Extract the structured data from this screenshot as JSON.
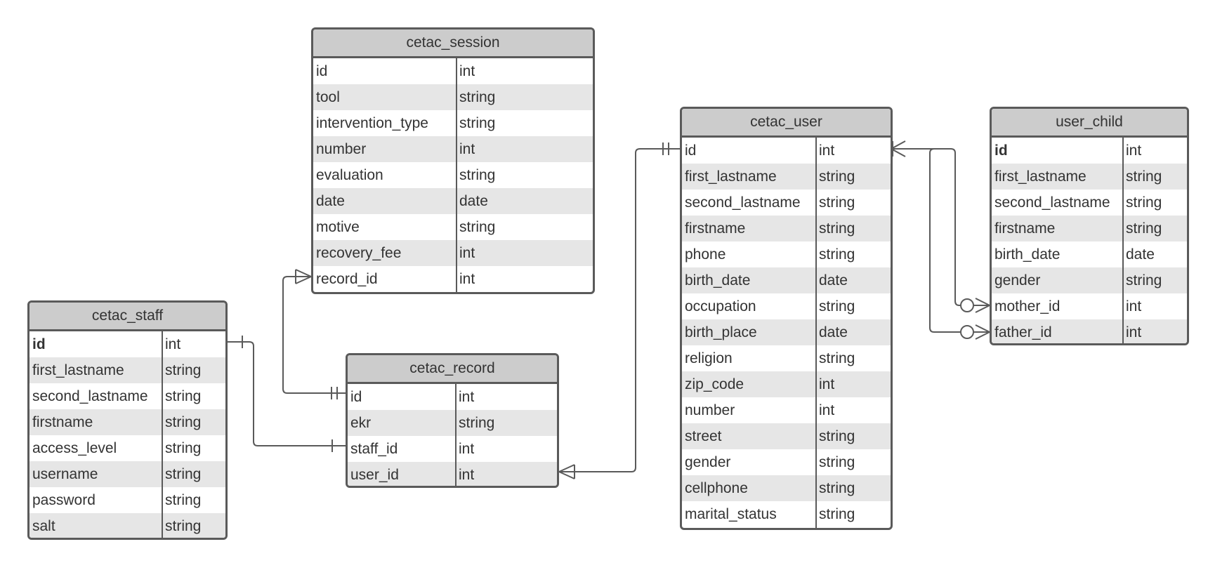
{
  "entities": [
    {
      "key": "cetac_session",
      "name": "cetac_session",
      "fields": [
        {
          "name": "id",
          "type": "int"
        },
        {
          "name": "tool",
          "type": "string"
        },
        {
          "name": "intervention_type",
          "type": "string"
        },
        {
          "name": "number",
          "type": "int"
        },
        {
          "name": "evaluation",
          "type": "string"
        },
        {
          "name": "date",
          "type": "date"
        },
        {
          "name": "motive",
          "type": "string"
        },
        {
          "name": "recovery_fee",
          "type": "int"
        },
        {
          "name": "record_id",
          "type": "int"
        }
      ]
    },
    {
      "key": "cetac_staff",
      "name": "cetac_staff",
      "fields": [
        {
          "name": "id",
          "type": "int",
          "bold": true
        },
        {
          "name": "first_lastname",
          "type": "string"
        },
        {
          "name": "second_lastname",
          "type": "string"
        },
        {
          "name": "firstname",
          "type": "string"
        },
        {
          "name": "access_level",
          "type": "string"
        },
        {
          "name": "username",
          "type": "string"
        },
        {
          "name": "password",
          "type": "string"
        },
        {
          "name": "salt",
          "type": "string"
        }
      ]
    },
    {
      "key": "cetac_record",
      "name": "cetac_record",
      "fields": [
        {
          "name": "id",
          "type": "int"
        },
        {
          "name": "ekr",
          "type": "string"
        },
        {
          "name": "staff_id",
          "type": "int"
        },
        {
          "name": "user_id",
          "type": "int"
        }
      ]
    },
    {
      "key": "cetac_user",
      "name": "cetac_user",
      "fields": [
        {
          "name": "id",
          "type": "int"
        },
        {
          "name": "first_lastname",
          "type": "string"
        },
        {
          "name": "second_lastname",
          "type": "string"
        },
        {
          "name": "firstname",
          "type": "string"
        },
        {
          "name": "phone",
          "type": "string"
        },
        {
          "name": "birth_date",
          "type": "date"
        },
        {
          "name": "occupation",
          "type": "string"
        },
        {
          "name": "birth_place",
          "type": "date"
        },
        {
          "name": "religion",
          "type": "string"
        },
        {
          "name": "zip_code",
          "type": "int"
        },
        {
          "name": "number",
          "type": "int"
        },
        {
          "name": "street",
          "type": "string"
        },
        {
          "name": "gender",
          "type": "string"
        },
        {
          "name": "cellphone",
          "type": "string"
        },
        {
          "name": "marital_status",
          "type": "string"
        }
      ]
    },
    {
      "key": "user_child",
      "name": "user_child",
      "fields": [
        {
          "name": "id",
          "type": "int",
          "bold": true
        },
        {
          "name": "first_lastname",
          "type": "string"
        },
        {
          "name": "second_lastname",
          "type": "string"
        },
        {
          "name": "firstname",
          "type": "string"
        },
        {
          "name": "birth_date",
          "type": "date"
        },
        {
          "name": "gender",
          "type": "string"
        },
        {
          "name": "mother_id",
          "type": "int"
        },
        {
          "name": "father_id",
          "type": "int"
        }
      ]
    }
  ],
  "relationships": [
    {
      "from": "cetac_session.record_id",
      "to": "cetac_record.id",
      "from_cardinality": "one-or-many",
      "to_cardinality": "one-and-only-one"
    },
    {
      "from": "cetac_staff.id",
      "to": "cetac_record.staff_id",
      "from_cardinality": "one",
      "to_cardinality": "one"
    },
    {
      "from": "cetac_record.user_id",
      "to": "cetac_user.id",
      "from_cardinality": "one-or-many",
      "to_cardinality": "one-and-only-one"
    },
    {
      "from": "cetac_user.id",
      "to": "user_child.mother_id",
      "from_cardinality": "one-or-many",
      "to_cardinality": "zero-or-many"
    },
    {
      "from": "cetac_user.id",
      "to": "user_child.father_id",
      "from_cardinality": "one-or-many",
      "to_cardinality": "zero-or-many"
    }
  ],
  "colors": {
    "header": "#cccccc",
    "alt_row": "#e6e6e6",
    "border": "#5a5a5a",
    "text": "#333333"
  }
}
